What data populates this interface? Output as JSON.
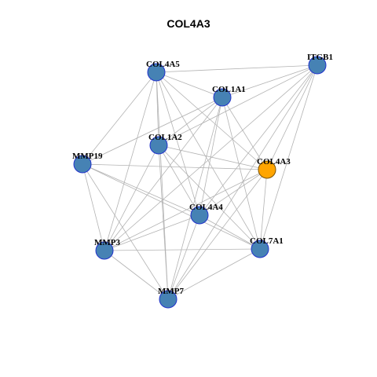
{
  "title": "COL4A3",
  "colors": {
    "default_node": "#4682b4",
    "default_border": "#2233cc",
    "highlight_node": "#ffa500",
    "highlight_border": "#7a5200",
    "edge": "#b3b3b3"
  },
  "nodes": [
    {
      "id": "COL4A5",
      "label": "COL4A5",
      "highlight": false
    },
    {
      "id": "ITGB1",
      "label": "ITGB1",
      "highlight": false
    },
    {
      "id": "COL1A1",
      "label": "COL1A1",
      "highlight": false
    },
    {
      "id": "COL1A2",
      "label": "COL1A2",
      "highlight": false
    },
    {
      "id": "MMP19",
      "label": "MMP19",
      "highlight": false
    },
    {
      "id": "COL4A3",
      "label": "COL4A3",
      "highlight": true
    },
    {
      "id": "COL4A4",
      "label": "COL4A4",
      "highlight": false
    },
    {
      "id": "MMP3",
      "label": "MMP3",
      "highlight": false
    },
    {
      "id": "COL7A1",
      "label": "COL7A1",
      "highlight": false
    },
    {
      "id": "MMP7",
      "label": "MMP7",
      "highlight": false
    }
  ],
  "edges": [
    [
      "COL4A5",
      "ITGB1"
    ],
    [
      "COL4A5",
      "COL1A1"
    ],
    [
      "COL4A5",
      "COL1A2"
    ],
    [
      "COL4A5",
      "MMP19"
    ],
    [
      "COL4A5",
      "COL4A3"
    ],
    [
      "COL4A5",
      "COL4A4"
    ],
    [
      "COL4A5",
      "MMP3"
    ],
    [
      "COL4A5",
      "COL7A1"
    ],
    [
      "COL4A5",
      "MMP7"
    ],
    [
      "ITGB1",
      "COL1A1"
    ],
    [
      "ITGB1",
      "COL1A2"
    ],
    [
      "ITGB1",
      "COL4A3"
    ],
    [
      "ITGB1",
      "COL4A4"
    ],
    [
      "ITGB1",
      "COL7A1"
    ],
    [
      "ITGB1",
      "MMP7"
    ],
    [
      "ITGB1",
      "MMP3"
    ],
    [
      "COL1A1",
      "COL1A2"
    ],
    [
      "COL1A1",
      "MMP19"
    ],
    [
      "COL1A1",
      "COL4A3"
    ],
    [
      "COL1A1",
      "COL4A4"
    ],
    [
      "COL1A1",
      "MMP3"
    ],
    [
      "COL1A1",
      "COL7A1"
    ],
    [
      "COL1A1",
      "MMP7"
    ],
    [
      "COL1A2",
      "COL4A3"
    ],
    [
      "COL1A2",
      "COL4A4"
    ],
    [
      "COL1A2",
      "MMP3"
    ],
    [
      "COL1A2",
      "COL7A1"
    ],
    [
      "COL1A2",
      "MMP7"
    ],
    [
      "MMP19",
      "COL4A3"
    ],
    [
      "MMP19",
      "COL4A4"
    ],
    [
      "MMP19",
      "MMP3"
    ],
    [
      "MMP19",
      "COL7A1"
    ],
    [
      "MMP19",
      "MMP7"
    ],
    [
      "COL4A3",
      "COL4A4"
    ],
    [
      "COL4A3",
      "MMP3"
    ],
    [
      "COL4A3",
      "COL7A1"
    ],
    [
      "COL4A3",
      "MMP7"
    ],
    [
      "COL4A4",
      "MMP3"
    ],
    [
      "COL4A4",
      "COL7A1"
    ],
    [
      "COL4A4",
      "MMP7"
    ],
    [
      "MMP3",
      "COL7A1"
    ],
    [
      "MMP3",
      "MMP7"
    ],
    [
      "COL7A1",
      "MMP7"
    ]
  ]
}
